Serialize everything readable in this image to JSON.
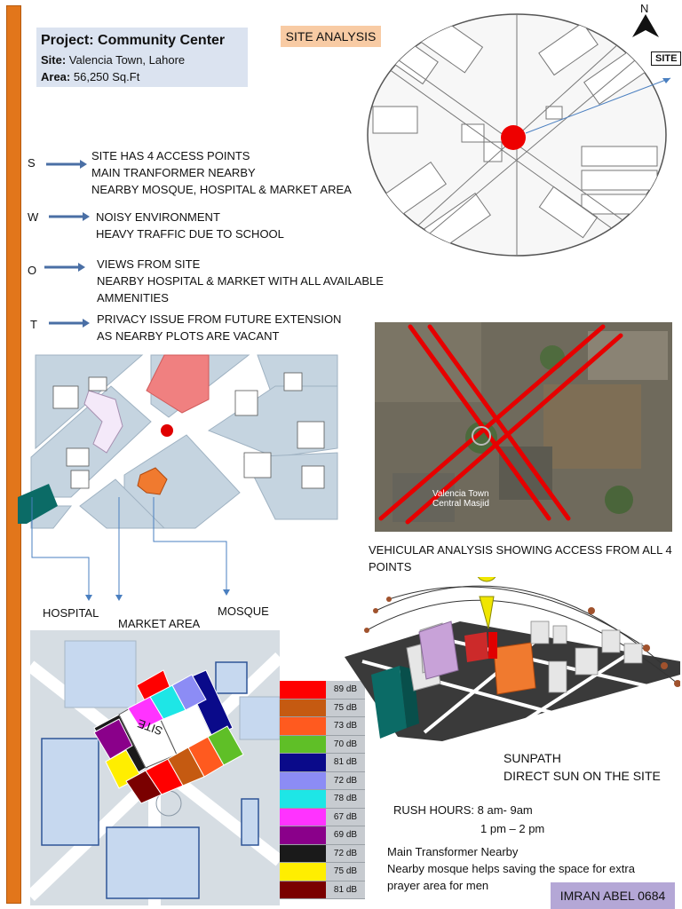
{
  "project": {
    "title": "Project: Community Center",
    "site_label": "Site:",
    "site_value": "Valencia Town, Lahore",
    "area_label": "Area:",
    "area_value": "56,250 Sq.Ft"
  },
  "site_analysis_label": "SITE ANALYSIS",
  "north_label": "N",
  "site_tag": "SITE",
  "swot": [
    {
      "letter": "S",
      "lines": [
        "SITE HAS 4 ACCESS POINTS",
        "MAIN TRANFORMER NEARBY",
        "NEARBY MOSQUE, HOSPITAL & MARKET AREA"
      ]
    },
    {
      "letter": "W",
      "lines": [
        "NOISY ENVIRONMENT",
        "HEAVY TRAFFIC DUE TO SCHOOL"
      ]
    },
    {
      "letter": "O",
      "lines": [
        "VIEWS FROM SITE",
        "NEARBY HOSPITAL & MARKET WITH ALL AVAILABLE",
        "AMMENITIES"
      ]
    },
    {
      "letter": "T",
      "lines": [
        "PRIVACY ISSUE FROM FUTURE EXTENSION",
        "AS NEARBY PLOTS ARE VACANT"
      ]
    }
  ],
  "aerial_map_text": [
    "Valencia Town",
    "Central Masjid"
  ],
  "vehicular_caption": [
    "VEHICULAR ANALYSIS SHOWING ACCESS FROM ALL 4",
    "POINTS"
  ],
  "map_labels": {
    "hospital": "HOSPITAL",
    "market": "MARKET AREA",
    "mosque": "MOSQUE"
  },
  "site_text": "SITE",
  "noise_levels": [
    {
      "value": "89 dB",
      "color": "#ff0000"
    },
    {
      "value": "75 dB",
      "color": "#c55a11"
    },
    {
      "value": "73 dB",
      "color": "#ff5a1f"
    },
    {
      "value": "70 dB",
      "color": "#5fbf27"
    },
    {
      "value": "81 dB",
      "color": "#0a0a8a"
    },
    {
      "value": "72 dB",
      "color": "#8c8cf5"
    },
    {
      "value": "78 dB",
      "color": "#1ee6e6"
    },
    {
      "value": "67 dB",
      "color": "#ff33ff"
    },
    {
      "value": "69 dB",
      "color": "#8a008a"
    },
    {
      "value": "72 dB",
      "color": "#1a1a1a"
    },
    {
      "value": "75 dB",
      "color": "#ffee00"
    },
    {
      "value": "81 dB",
      "color": "#7a0000"
    }
  ],
  "sunpath": {
    "title": "SUNPATH",
    "subtitle": "DIRECT SUN ON THE SITE"
  },
  "rush_hours": {
    "line1": "RUSH HOURS: 8 am- 9am",
    "line2": "1 pm – 2 pm"
  },
  "notes": [
    "Main Transformer Nearby",
    "Nearby mosque helps saving the space for extra",
    "prayer area for men"
  ],
  "author": "IMRAN ABEL 0684"
}
